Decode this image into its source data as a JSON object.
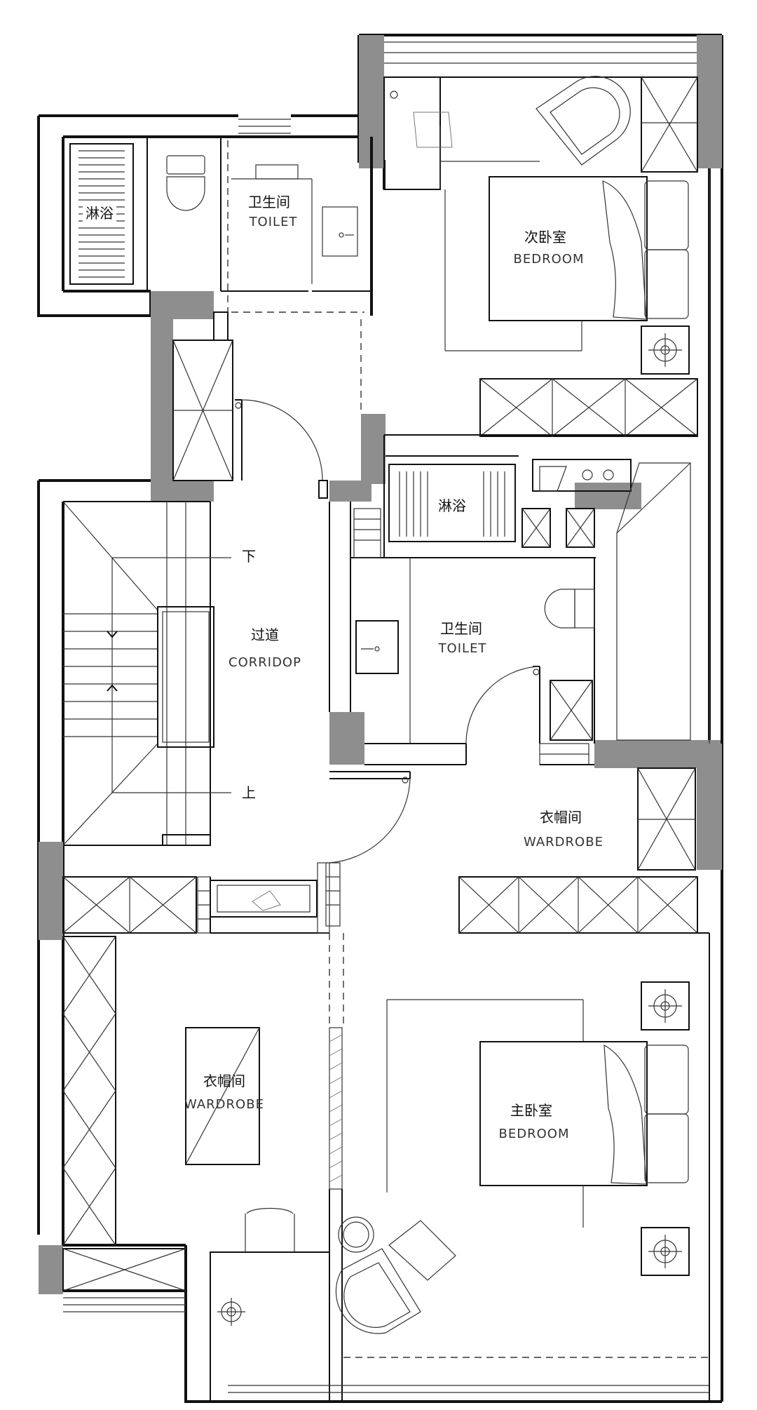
{
  "rooms": {
    "shower_top": "淋浴",
    "toilet_top_zh": "卫生间",
    "toilet_top_en": "TOILET",
    "second_bedroom_zh": "次卧室",
    "second_bedroom_en": "BEDROOM",
    "shower_mid": "淋浴",
    "toilet_mid_zh": "卫生间",
    "toilet_mid_en": "TOILET",
    "corridor_zh": "过道",
    "corridor_en": "CORRIDOP",
    "wardrobe_right_zh": "衣帽间",
    "wardrobe_right_en": "WARDROBE",
    "wardrobe_left_zh": "衣帽间",
    "wardrobe_left_en": "WARDROBE",
    "master_bedroom_zh": "主卧室",
    "master_bedroom_en": "BEDROOM"
  },
  "stairs": {
    "down": "下",
    "up": "上"
  },
  "colors": {
    "wall": "#8e8e8e",
    "line": "#111111",
    "background": "#ffffff"
  }
}
